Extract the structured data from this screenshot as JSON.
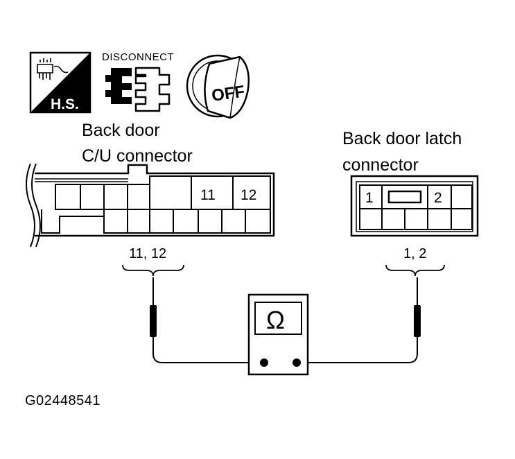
{
  "icons": {
    "harness_symbol": {
      "name": "harness-sensor-icon",
      "text": "H.S."
    },
    "disconnect": {
      "name": "disconnect-connector-icon",
      "label": "DISCONNECT"
    },
    "ignition_off": {
      "name": "ignition-off-icon",
      "text": "OFF"
    }
  },
  "connectors": {
    "cu": {
      "title_line1": "Back door",
      "title_line2": "C/U connector",
      "pin_a": "11",
      "pin_b": "12",
      "probe_label": "11, 12"
    },
    "latch": {
      "title_line1": "Back door latch",
      "title_line2": "connector",
      "pin_a": "1",
      "pin_b": "2",
      "probe_label": "1, 2"
    }
  },
  "meter": {
    "symbol": "Ω"
  },
  "figure_code": "G02448541"
}
